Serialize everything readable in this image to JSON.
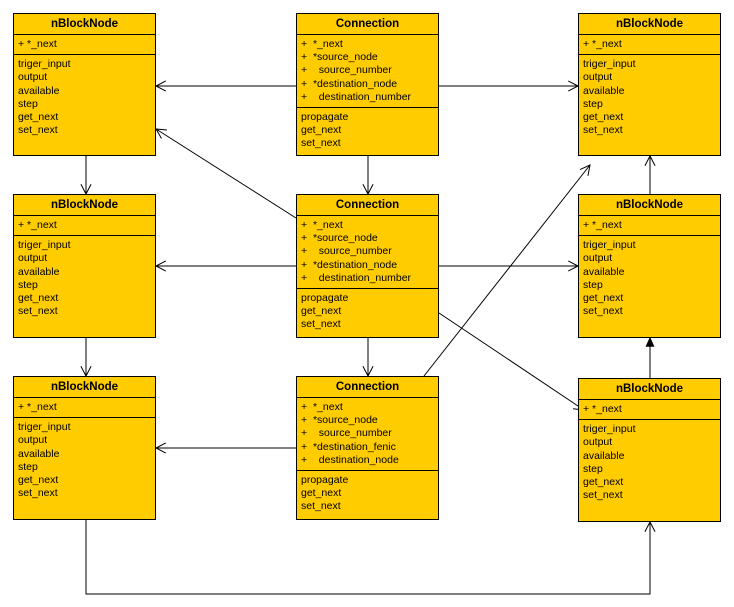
{
  "colors": {
    "class_fill": "#ffcc00",
    "stroke": "#000000",
    "background": "#ffffff"
  },
  "diagram": {
    "classes": [
      {
        "id": "nblock-left-top",
        "title": "nBlockNode",
        "attributes": [
          "+ *_next"
        ],
        "operations": [
          "triger_input",
          "output",
          "available",
          "step",
          "get_next",
          "set_next"
        ]
      },
      {
        "id": "connection-top",
        "title": "Connection",
        "attributes": [
          "+  *_next",
          "+  *source_node",
          "+    source_number",
          "+  *destination_node",
          "+    destination_number"
        ],
        "operations": [
          "propagate",
          "get_next",
          "set_next"
        ]
      },
      {
        "id": "nblock-right-top",
        "title": "nBlockNode",
        "attributes": [
          "+ *_next"
        ],
        "operations": [
          "triger_input",
          "output",
          "available",
          "step",
          "get_next",
          "set_next"
        ]
      },
      {
        "id": "nblock-left-middle",
        "title": "nBlockNode",
        "attributes": [
          "+ *_next"
        ],
        "operations": [
          "triger_input",
          "output",
          "available",
          "step",
          "get_next",
          "set_next"
        ]
      },
      {
        "id": "connection-middle",
        "title": "Connection",
        "attributes": [
          "+  *_next",
          "+  *source_node",
          "+    source_number",
          "+  *destination_node",
          "+    destination_number"
        ],
        "operations": [
          "propagate",
          "get_next",
          "set_next"
        ]
      },
      {
        "id": "nblock-right-middle",
        "title": "nBlockNode",
        "attributes": [
          "+ *_next"
        ],
        "operations": [
          "triger_input",
          "output",
          "available",
          "step",
          "get_next",
          "set_next"
        ]
      },
      {
        "id": "nblock-left-bottom",
        "title": "nBlockNode",
        "attributes": [
          "+ *_next"
        ],
        "operations": [
          "triger_input",
          "output",
          "available",
          "step",
          "get_next",
          "set_next"
        ]
      },
      {
        "id": "connection-bottom",
        "title": "Connection",
        "attributes": [
          "+  *_next",
          "+  *source_node",
          "+    source_number",
          "+  *destination_fenic",
          "+    destination_node"
        ],
        "operations": [
          "propagate",
          "get_next",
          "set_next"
        ]
      },
      {
        "id": "nblock-right-bottom",
        "title": "nBlockNode",
        "attributes": [
          "+ *_next"
        ],
        "operations": [
          "triger_input",
          "output",
          "available",
          "step",
          "get_next",
          "set_next"
        ]
      }
    ],
    "edges": [
      {
        "from": "connection-top",
        "to": "nblock-left-top",
        "arrow": "open"
      },
      {
        "from": "connection-top",
        "to": "nblock-right-top",
        "arrow": "open"
      },
      {
        "from": "connection-top",
        "to": "connection-middle",
        "arrow": "open"
      },
      {
        "from": "nblock-left-top",
        "to": "nblock-left-middle",
        "arrow": "open"
      },
      {
        "from": "connection-middle",
        "to": "nblock-left-top",
        "arrow": "open"
      },
      {
        "from": "connection-middle",
        "to": "nblock-left-middle",
        "arrow": "open"
      },
      {
        "from": "connection-middle",
        "to": "nblock-right-middle",
        "arrow": "open"
      },
      {
        "from": "connection-middle",
        "to": "connection-bottom",
        "arrow": "open"
      },
      {
        "from": "connection-middle",
        "to": "nblock-right-bottom",
        "arrow": "open"
      },
      {
        "from": "nblock-right-middle",
        "to": "nblock-right-top",
        "arrow": "open"
      },
      {
        "from": "nblock-right-bottom",
        "to": "nblock-right-middle",
        "arrow": "filled"
      },
      {
        "from": "nblock-left-middle",
        "to": "nblock-left-bottom",
        "arrow": "open"
      },
      {
        "from": "connection-bottom",
        "to": "nblock-left-bottom",
        "arrow": "open"
      },
      {
        "from": "connection-bottom",
        "to": "nblock-right-top",
        "arrow": "open"
      },
      {
        "from": "nblock-left-bottom",
        "to": "nblock-right-bottom",
        "arrow": "open"
      }
    ]
  }
}
